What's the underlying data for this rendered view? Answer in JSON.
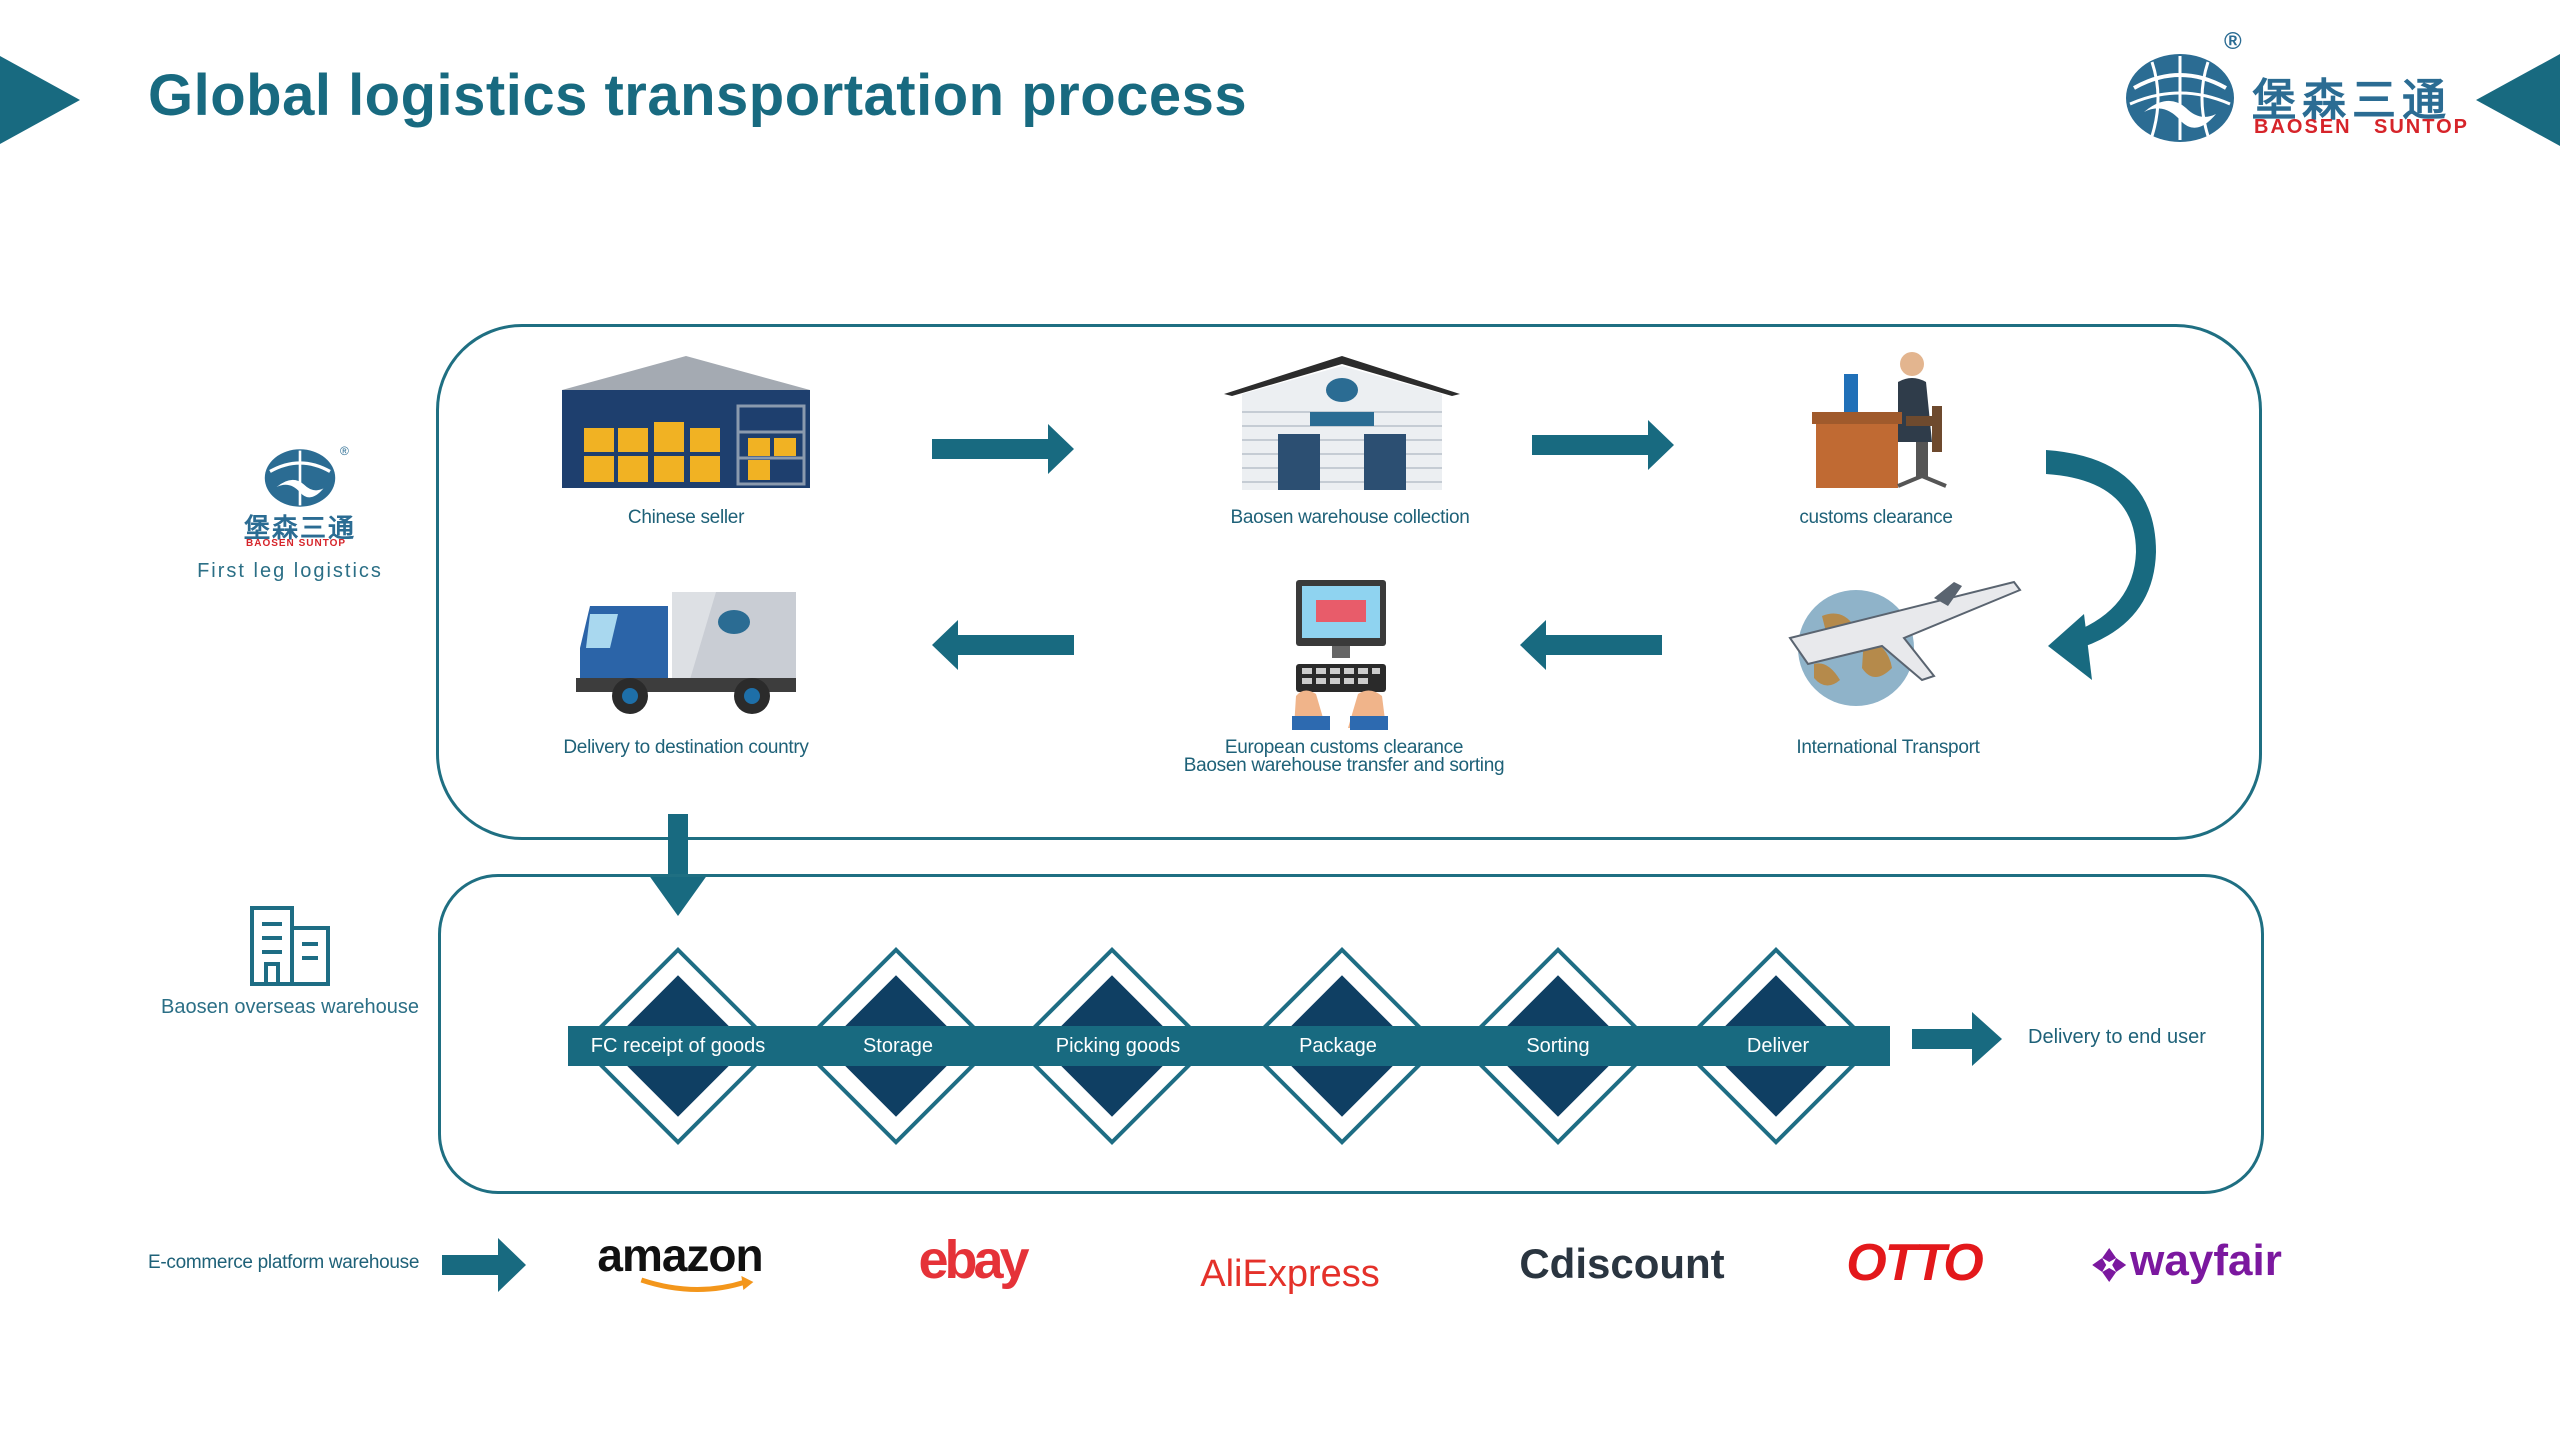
{
  "header": {
    "title": "Global logistics transportation process",
    "brand_cn": "堡森三通",
    "brand_en_left": "BAOSEN",
    "brand_en_right": "SUNTOP",
    "registered_mark": "®"
  },
  "side_labels": {
    "first_leg": "First leg logistics",
    "overseas_warehouse": "Baosen overseas warehouse",
    "ecommerce": "E-commerce platform warehouse"
  },
  "first_leg_steps": [
    {
      "label": "Chinese seller",
      "icon": "warehouse-icon"
    },
    {
      "label": "Baosen warehouse collection",
      "icon": "storage-building-icon"
    },
    {
      "label": "customs clearance",
      "icon": "office-worker-icon"
    },
    {
      "label": "International Transport",
      "icon": "airplane-globe-icon"
    },
    {
      "label_line1": "European customs clearance",
      "label_line2": "Baosen warehouse transfer and sorting",
      "icon": "computer-keyboard-icon"
    },
    {
      "label": "Delivery to destination country",
      "icon": "truck-icon"
    }
  ],
  "warehouse_stages": [
    "FC receipt of goods",
    "Storage",
    "Picking goods",
    "Package",
    "Sorting",
    "Deliver"
  ],
  "end_label": "Delivery to end user",
  "platforms": [
    "amazon",
    "ebay",
    "AliExpress",
    "Cdiscount",
    "OTTO",
    "wayfair"
  ],
  "colors": {
    "accent": "#186a80",
    "dark": "#0f3f63",
    "brand_red": "#d6242a"
  }
}
